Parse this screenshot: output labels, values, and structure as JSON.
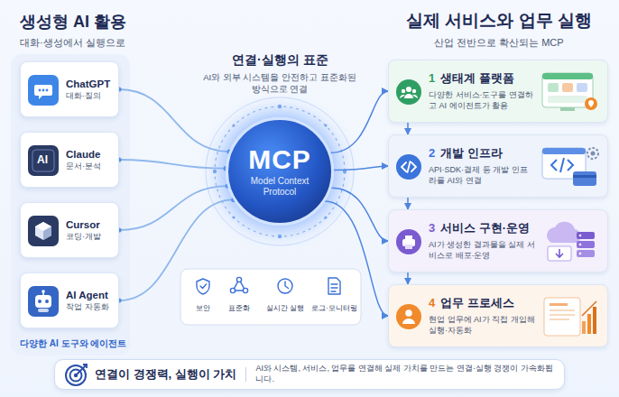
{
  "diagram": {
    "nodes": [
      {
        "text": [
          "ChatGPT",
          "대화·질의"
        ]
      },
      {
        "text": [
          "Claude",
          "문서·분석"
        ]
      },
      {
        "text": [
          "Cursor",
          "코딩·개발"
        ]
      },
      {
        "text": [
          "AI Agent",
          "작업 자동화"
        ]
      },
      {
        "text": [
          "MCP",
          "Model Context Protocol"
        ]
      },
      {
        "text": [
          "1",
          "생태계 플랫폼",
          "다양한 서비스·도구를 연결하고 AI 에이전트가 활용"
        ]
      },
      {
        "text": [
          "2",
          "개발 인프라",
          "API·SDK·결제 등 개발 인프라를 AI와 연결"
        ]
      },
      {
        "text": [
          "3",
          "서비스 구현·운영",
          "AI가 생성한 결과물을 실제 서비스로 배포·운영"
        ]
      },
      {
        "text": [
          "4",
          "업무 프로세스",
          "현업 업무에 AI가 직접 개입해 실행·자동화"
        ]
      },
      {
        "text": [
          "연결이 경쟁력, 실행이 가치",
          "AI와 시스템, 서비스, 업무를 연결해 실제 가치를 만드는 연결·실행 경쟁이 가속화됩니다."
        ]
      }
    ],
    "edges": [
      {
        "from": 0,
        "to": 4,
        "arrow": "none"
      },
      {
        "from": 1,
        "to": 4,
        "arrow": "none"
      },
      {
        "from": 2,
        "to": 4,
        "arrow": "none"
      },
      {
        "from": 3,
        "to": 4,
        "arrow": "none"
      },
      {
        "from": 4,
        "to": 5,
        "arrow": "to"
      },
      {
        "from": 4,
        "to": 6,
        "arrow": "to"
      },
      {
        "from": 4,
        "to": 7,
        "arrow": "to"
      },
      {
        "from": 4,
        "to": 8,
        "arrow": "to"
      },
      {
        "from": 5,
        "to": 6,
        "arrow": "to"
      },
      {
        "from": 6,
        "to": 7,
        "arrow": "to"
      },
      {
        "from": 7,
        "to": 8,
        "arrow": "to"
      }
    ],
    "labels": [
      "생성형 AI 활용",
      "대화·생성에서 실행으로",
      "AI",
      "다양한 AI 도구와 에이전트",
      "연결·실행의 표준",
      "AI와 외부 시스템을 안전하고 표준화된 방식으로 연결",
      "보안",
      "표준화",
      "실시간 실행",
      "로그·모니터링",
      "실제 서비스와 업무 실행",
      "산업 전반으로 확산되는 MCP"
    ]
  }
}
